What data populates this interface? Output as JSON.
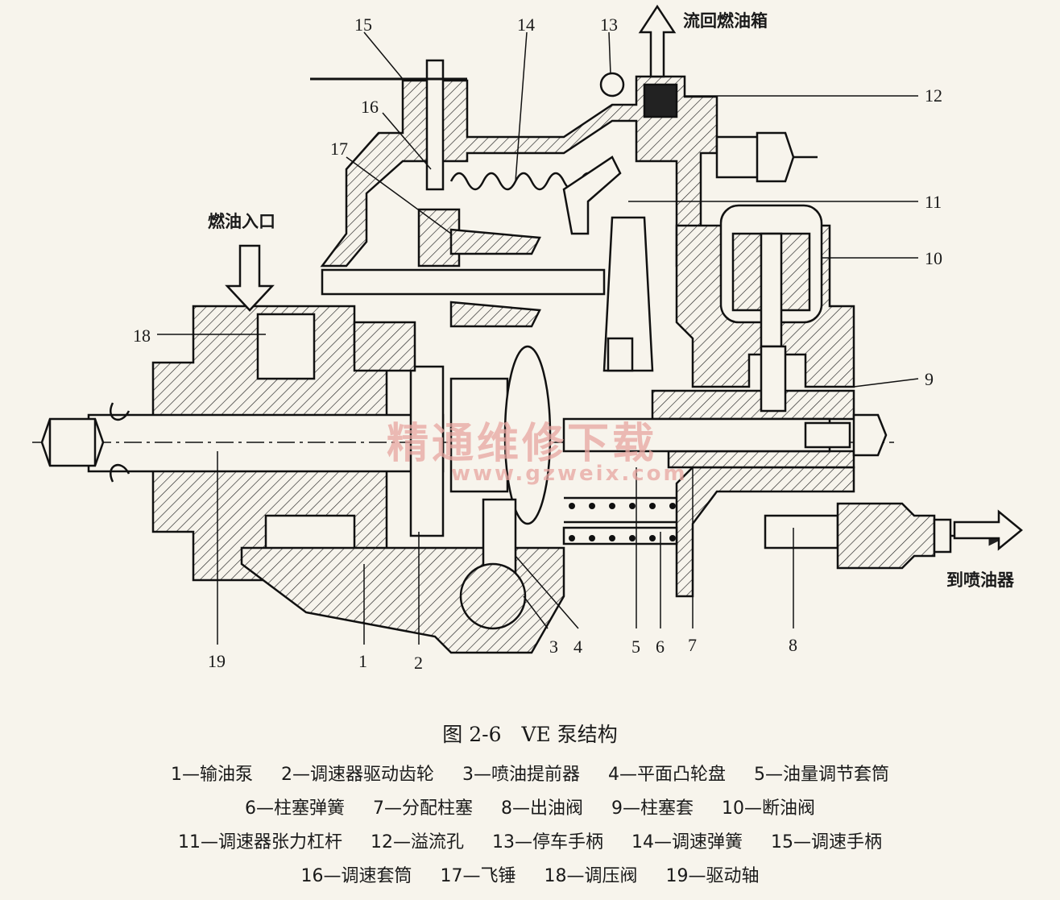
{
  "labels": {
    "return_tank": "流回燃油箱",
    "fuel_inlet": "燃油入口",
    "to_injector": "到喷油器"
  },
  "callouts": [
    "1",
    "2",
    "3",
    "4",
    "5",
    "6",
    "7",
    "8",
    "9",
    "10",
    "11",
    "12",
    "13",
    "14",
    "15",
    "16",
    "17",
    "18",
    "19"
  ],
  "watermark": {
    "main": "精通维修下载",
    "url": "www.gzweix.com"
  },
  "caption": "图 2-6　VE 泵结构",
  "legend": {
    "row1": [
      "1—输油泵",
      "2—调速器驱动齿轮",
      "3—喷油提前器",
      "4—平面凸轮盘",
      "5—油量调节套筒"
    ],
    "row2": [
      "6—柱塞弹簧",
      "7—分配柱塞",
      "8—出油阀",
      "9—柱塞套",
      "10—断油阀"
    ],
    "row3": [
      "11—调速器张力杠杆",
      "12—溢流孔",
      "13—停车手柄",
      "14—调速弹簧",
      "15—调速手柄"
    ],
    "row4": [
      "16—调速套筒",
      "17—飞锤",
      "18—调压阀",
      "19—驱动轴"
    ]
  }
}
